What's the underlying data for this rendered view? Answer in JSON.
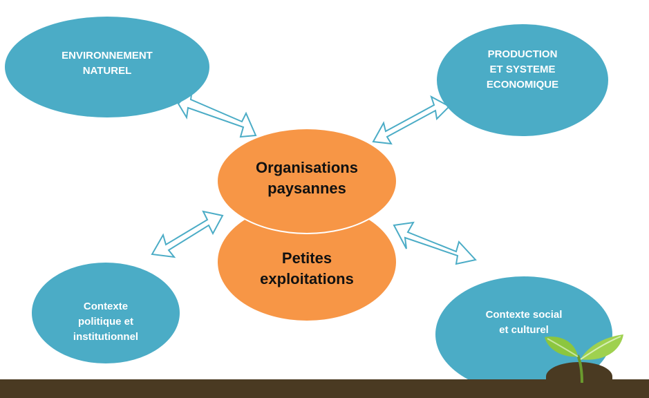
{
  "diagram": {
    "center_top": "Organisations paysannes",
    "center_bottom": "Petites exploitations",
    "nodes": {
      "environment": [
        "ENVIRONNEMENT",
        "NATUREL"
      ],
      "production": [
        "PRODUCTION",
        "ET SYSTEME",
        "ECONOMIQUE"
      ],
      "political": [
        "Contexte",
        "politique et",
        "institutionnel"
      ],
      "social": [
        "Contexte social",
        "et culturel"
      ]
    },
    "center_top_lines": [
      "Organisations",
      "paysannes"
    ],
    "center_bottom_lines": [
      "Petites",
      "exploitations"
    ]
  },
  "colors": {
    "outer_node": "#4bacc6",
    "center_node": "#f79646",
    "arrow_outline": "#4bacc6",
    "ground": "#4a3a22",
    "leaf": "#8cc63f"
  },
  "icons": {
    "sprout": "sprout-icon",
    "arrows": "double-arrow-icon"
  }
}
